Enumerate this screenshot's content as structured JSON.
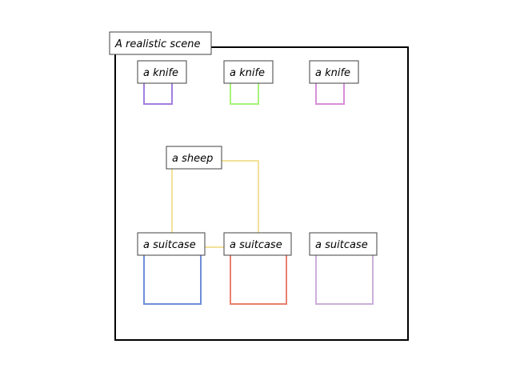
{
  "scene": {
    "title": "A realistic scene",
    "frame_color": "#000000"
  },
  "objects": [
    {
      "label": "a knife",
      "color": "#a27fe0"
    },
    {
      "label": "a knife",
      "color": "#a6f27a"
    },
    {
      "label": "a knife",
      "color": "#d88fd9"
    },
    {
      "label": "a sheep",
      "color": "#f3e19a"
    },
    {
      "label": "a suitcase",
      "color": "#6f8ed8"
    },
    {
      "label": "a suitcase",
      "color": "#e97f6e"
    },
    {
      "label": "a suitcase",
      "color": "#cbb0d9"
    }
  ]
}
